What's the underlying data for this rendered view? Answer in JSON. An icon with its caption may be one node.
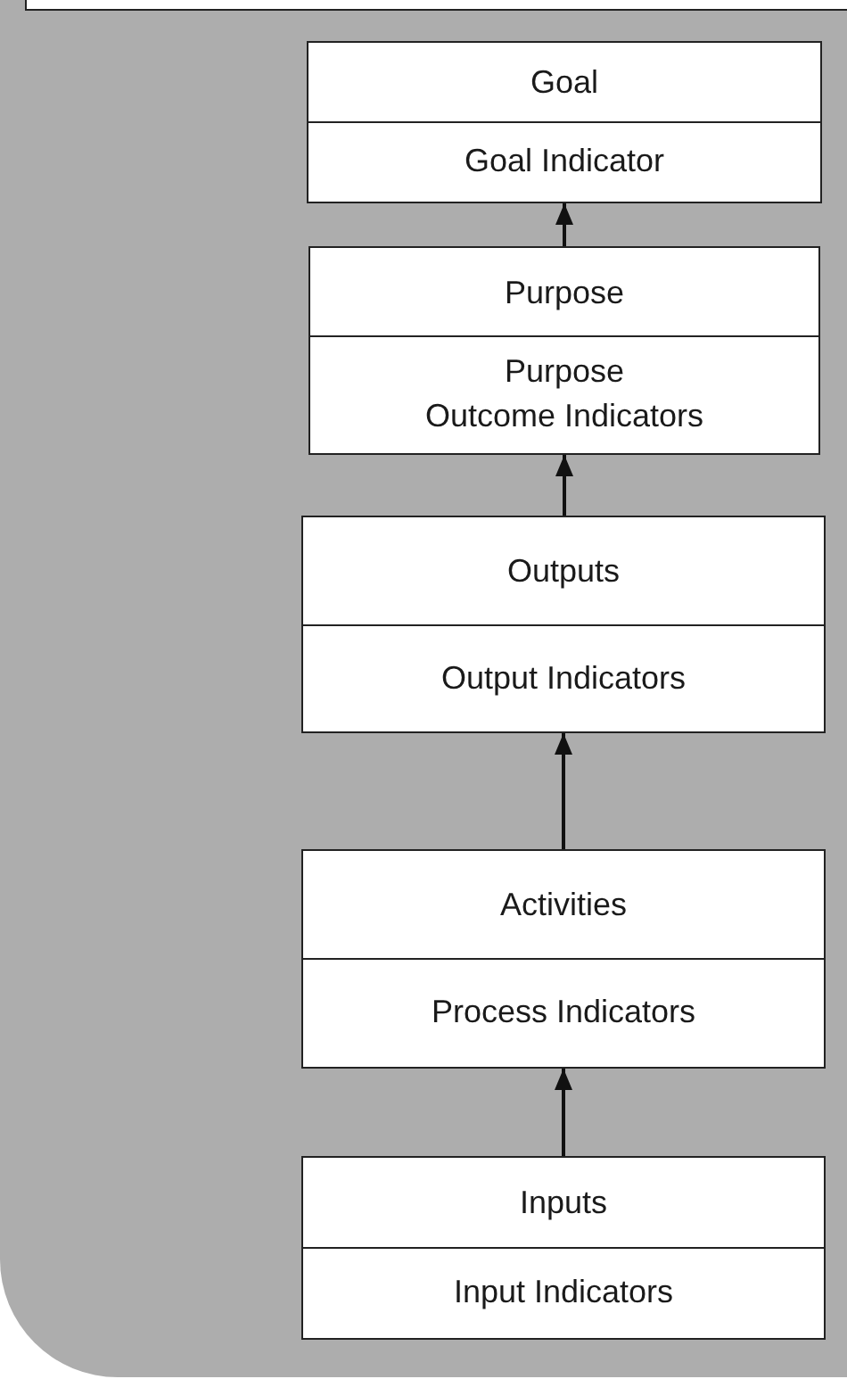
{
  "diagram": {
    "nodes": [
      {
        "text": [
          "Goal",
          "Goal Indicator"
        ]
      },
      {
        "text": [
          "Purpose",
          "Purpose Outcome Indicators"
        ]
      },
      {
        "text": [
          "Outputs",
          "Output Indicators"
        ]
      },
      {
        "text": [
          "Activities",
          "Process Indicators"
        ]
      },
      {
        "text": [
          "Inputs",
          "Input Indicators"
        ]
      }
    ],
    "edges": [
      {
        "from": 1,
        "to": 0,
        "arrow": "to"
      },
      {
        "from": 2,
        "to": 1,
        "arrow": "to"
      },
      {
        "from": 3,
        "to": 2,
        "arrow": "to"
      },
      {
        "from": 4,
        "to": 3,
        "arrow": "to"
      }
    ]
  }
}
